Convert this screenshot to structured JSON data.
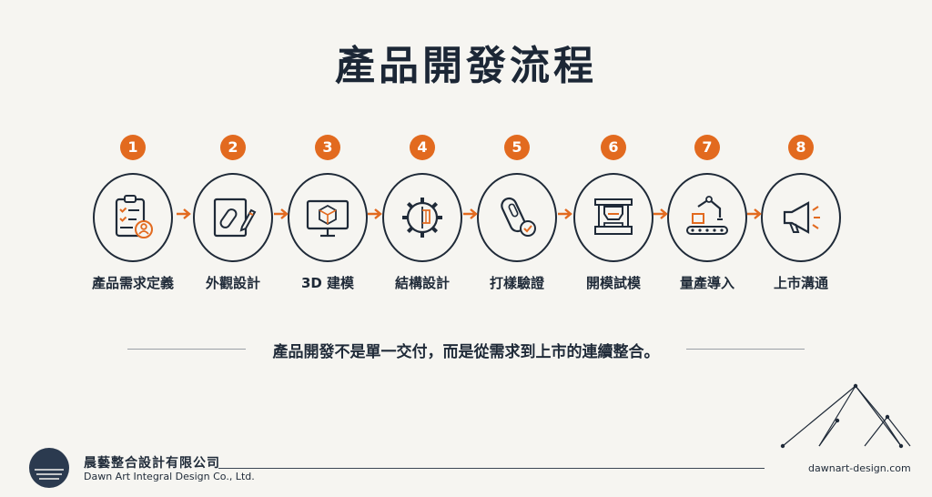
{
  "title": "產品開發流程",
  "steps": [
    {
      "num": "1",
      "label": "產品需求定義",
      "icon": "clipboard-user-icon"
    },
    {
      "num": "2",
      "label": "外觀設計",
      "icon": "sketch-pencil-icon"
    },
    {
      "num": "3",
      "label": "3D 建模",
      "icon": "monitor-cube-icon"
    },
    {
      "num": "4",
      "label": "結構設計",
      "icon": "gear-section-icon"
    },
    {
      "num": "5",
      "label": "打樣驗證",
      "icon": "prototype-check-icon"
    },
    {
      "num": "6",
      "label": "開模試模",
      "icon": "mold-press-icon"
    },
    {
      "num": "7",
      "label": "量產導入",
      "icon": "robot-arm-conveyor-icon"
    },
    {
      "num": "8",
      "label": "上市溝通",
      "icon": "megaphone-icon"
    }
  ],
  "tagline": "產品開發不是單一交付，而是從需求到上市的連續整合。",
  "footer": {
    "company_zh": "晨藝整合設計有限公司",
    "company_en": "Dawn Art Integral Design Co., Ltd.",
    "website": "dawnart-design.com"
  },
  "colors": {
    "accent": "#e26a1f",
    "ink": "#1f2a38",
    "background": "#f6f5f1"
  }
}
